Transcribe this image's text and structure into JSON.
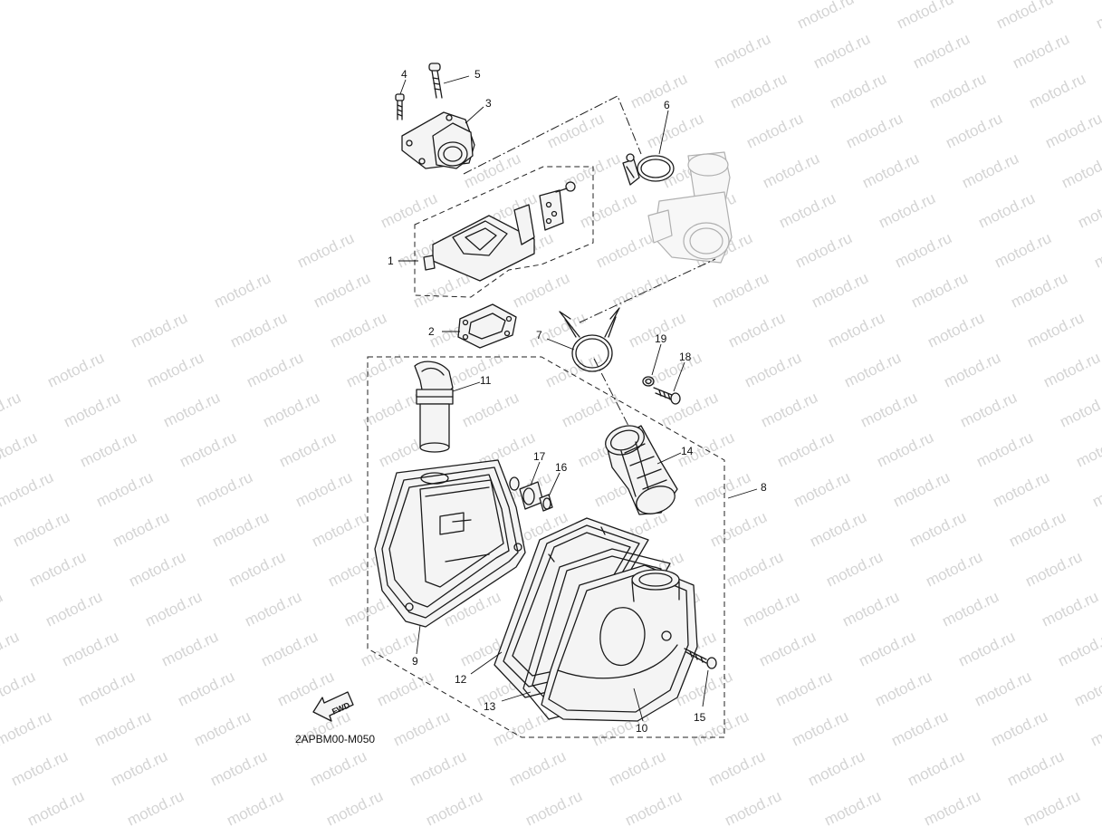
{
  "watermark": {
    "text": "motod.ru"
  },
  "diagram_code": "2APBM00-M050",
  "fwd_label": "FWD",
  "callouts": [
    {
      "id": "c1",
      "label": "1"
    },
    {
      "id": "c2",
      "label": "2"
    },
    {
      "id": "c3",
      "label": "3"
    },
    {
      "id": "c4",
      "label": "4"
    },
    {
      "id": "c5",
      "label": "5"
    },
    {
      "id": "c6",
      "label": "6"
    },
    {
      "id": "c7",
      "label": "7"
    },
    {
      "id": "c8",
      "label": "8"
    },
    {
      "id": "c9",
      "label": "9"
    },
    {
      "id": "c10",
      "label": "10"
    },
    {
      "id": "c11",
      "label": "11"
    },
    {
      "id": "c12",
      "label": "12"
    },
    {
      "id": "c13",
      "label": "13"
    },
    {
      "id": "c14",
      "label": "14"
    },
    {
      "id": "c15",
      "label": "15"
    },
    {
      "id": "c16",
      "label": "16"
    },
    {
      "id": "c17",
      "label": "17"
    },
    {
      "id": "c18",
      "label": "18"
    },
    {
      "id": "c19",
      "label": "19"
    }
  ]
}
